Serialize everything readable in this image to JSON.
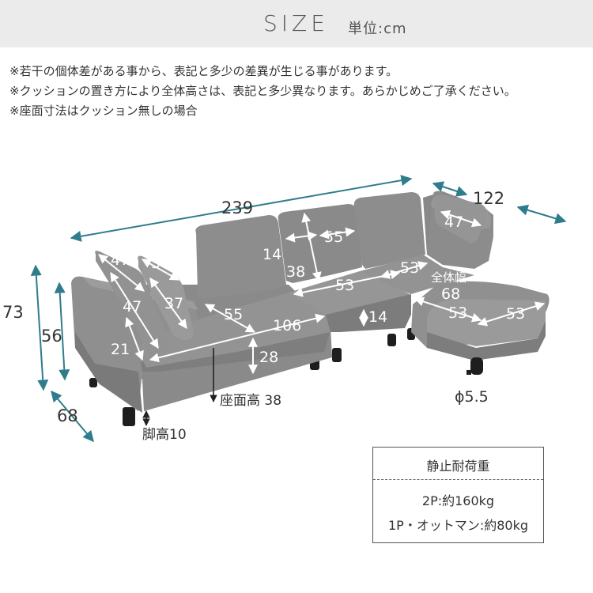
{
  "header": {
    "title": "SIZE",
    "unit": "単位:cm"
  },
  "notes": [
    "※若干の個体差がある事から、表記と多少の差異が生じる事があります。",
    "※クッションの置き方により全体高さは、表記と多少異なります。あらかじめご了承ください。",
    "※座面寸法はクッション無しの場合"
  ],
  "dimensions": {
    "total_width": "239",
    "ottoman_total": "122",
    "ottoman_cushion_width": "47",
    "back_cushion_width": "55",
    "back_cushion_height": "38",
    "back_cushion_depth": "14",
    "seat_cushion_width_a": "53",
    "seat_cushion_width_b": "53",
    "seat_cushion_thickness": "14",
    "pillow_width_a": "47",
    "pillow_height_a": "47",
    "pillow_width_b": "37",
    "pillow_height_b": "37",
    "seat_width": "55",
    "seat_length": "106",
    "arm_height": "21",
    "seat_depth_height": "28",
    "total_height": "73",
    "back_height": "56",
    "depth": "68",
    "seat_height": "座面高 38",
    "leg_height": "脚高10",
    "ottoman_width_label": "全体幅",
    "ottoman_width": "68",
    "ottoman_depth_a": "53",
    "ottoman_depth_b": "53",
    "caster_diameter": "ϕ5.5"
  },
  "weight": {
    "title": "静止耐荷重",
    "row_2p": "2P:約160kg",
    "row_1p": "1P・オットマン:約80kg"
  },
  "colors": {
    "sofa_fabric": "#8f8f8f",
    "sofa_dark": "#6f6f6f",
    "arrow": "#2f7c8c",
    "header_bg": "#ebebeb"
  }
}
